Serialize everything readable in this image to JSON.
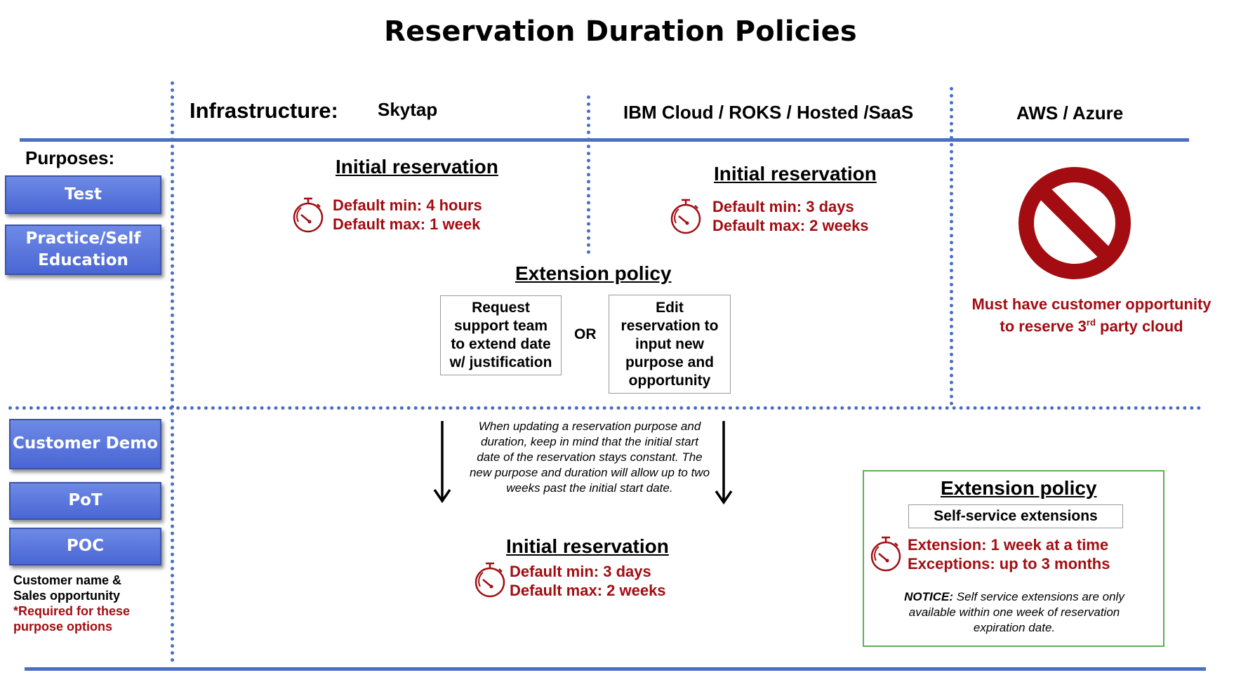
{
  "title": "Reservation Duration Policies",
  "header": {
    "infrastructure_label": "Infrastructure:",
    "col_skytap": "Skytap",
    "col_ibm": "IBM Cloud / ROKS / Hosted /SaaS",
    "col_aws": "AWS / Azure"
  },
  "purposes": {
    "label": "Purposes:",
    "group1": [
      "Test",
      "Practice/Self\nEducation"
    ],
    "group2": [
      "Customer Demo",
      "PoT",
      "POC"
    ],
    "note_black": "Customer name &\nSales opportunity",
    "note_red": "*Required for these\npurpose options"
  },
  "skytap_top": {
    "heading": "Initial  reservation",
    "min": "Default min: 4 hours",
    "max": "Default max: 1 week"
  },
  "ibm_top": {
    "heading": "Initial  reservation",
    "min": "Default min: 3 days",
    "max": "Default max: 2 weeks"
  },
  "extension_top": {
    "heading": "Extension  policy",
    "option1": "Request\nsupport team\nto extend date\nw/ justification",
    "or": "OR",
    "option2": "Edit\nreservation to\ninput new\npurpose and\nopportunity"
  },
  "aws": {
    "restriction_line1": "Must have customer opportunity",
    "restriction_line2_pre": "to reserve 3",
    "restriction_sup": "rd",
    "restriction_line2_post": " party cloud"
  },
  "update_note": "When updating a reservation purpose and\nduration, keep in mind that the initial start\ndate of the reservation stays constant. The\nnew purpose and duration will allow up to two\nweeks past the initial start date.",
  "bottom_initial": {
    "heading": "Initial  reservation",
    "min": "Default min: 3 days",
    "max": "Default max: 2 weeks"
  },
  "bottom_extension": {
    "heading": "Extension  policy",
    "subtitle": "Self-service extensions",
    "ext": "Extension: 1 week at a time",
    "exceptions": "Exceptions: up to 3 months",
    "notice_bold": "NOTICE:",
    "notice_rest": " Self service extensions are only\navailable within one week of reservation\nexpiration date."
  },
  "colors": {
    "accent_blue": "#4a6fc2",
    "button_blue": "#5a76dc",
    "alert_red": "#a30d12",
    "box_green": "#5fae5a"
  },
  "icons": [
    "stopwatch-icon",
    "prohibited-icon",
    "down-arrow-icon"
  ]
}
